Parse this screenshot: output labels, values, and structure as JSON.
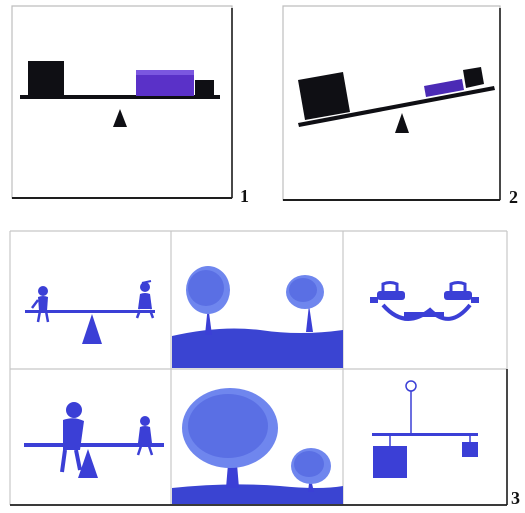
{
  "figure": {
    "colors": {
      "ink": "#0f0f14",
      "blue": "#3b3fd6",
      "blue_light": "#6f86ee",
      "purple": "#5a31c8",
      "grid": "#c7c7c7",
      "frame": "#222222"
    },
    "panels": [
      {
        "label": "1",
        "content": "balance-beam-level"
      },
      {
        "label": "2",
        "content": "balance-beam-tilted"
      },
      {
        "label": "3",
        "content": "seesaw-tree-balance-grid"
      }
    ]
  }
}
